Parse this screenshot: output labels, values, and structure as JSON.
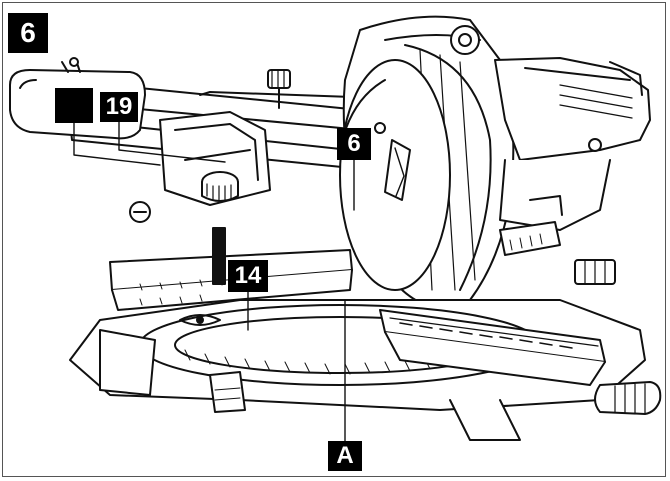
{
  "figure": {
    "number": "6"
  },
  "callouts": {
    "blank": "",
    "part_19": "19",
    "part_6": "6",
    "part_14": "14",
    "part_A": "A"
  },
  "colors": {
    "line": "#111111",
    "label_bg": "#000000",
    "label_fg": "#ffffff",
    "hatch_gray": "#777777"
  }
}
